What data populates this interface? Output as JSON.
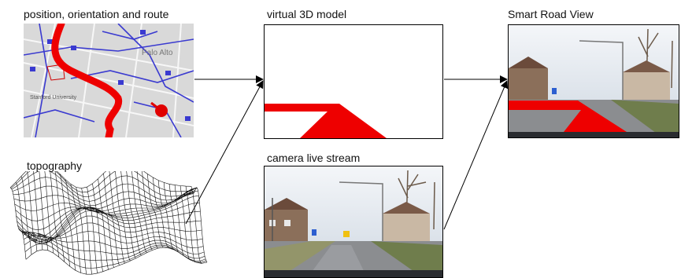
{
  "labels": {
    "map": "position, orientation and route",
    "topography": "topography",
    "model": "virtual 3D model",
    "camera": "camera live stream",
    "output": "Smart Road View"
  },
  "map": {
    "place_labels": [
      "Palo Alto",
      "Stanford University"
    ]
  },
  "colors": {
    "route": "#ee0000",
    "map_background": "#d6d6d6",
    "map_roads": "#3a3ad0",
    "sky": "#dfe6ee",
    "road": "#8d8f93",
    "grass": "#6f7d4c",
    "arrow": "#000000"
  }
}
